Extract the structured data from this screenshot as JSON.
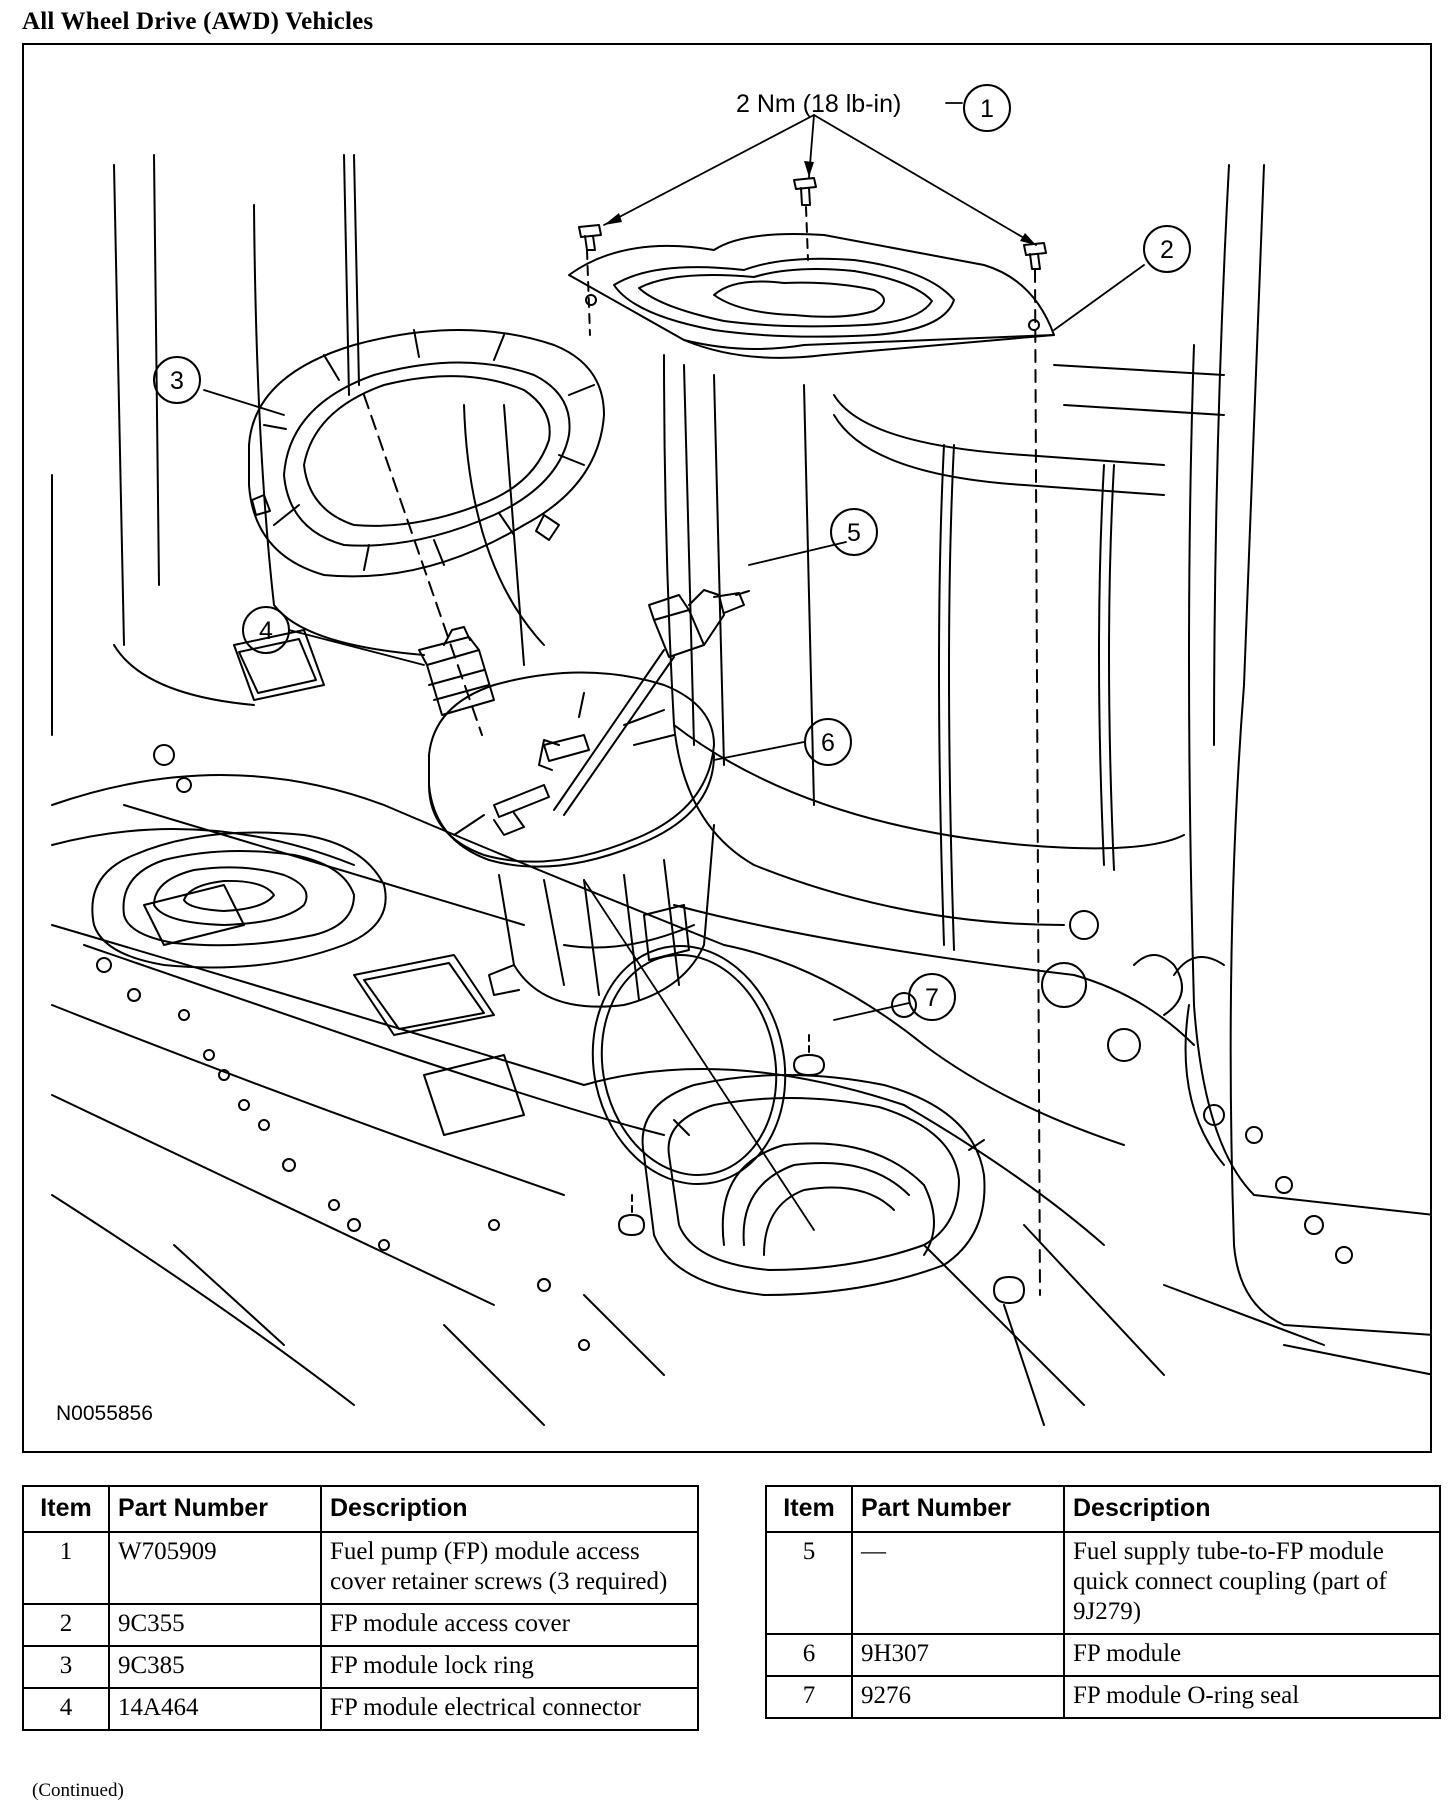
{
  "title": "All Wheel Drive (AWD) Vehicles",
  "figure": {
    "torque_spec": "2 Nm (18 lb-in)",
    "figure_code": "N0055856",
    "callouts": [
      "1",
      "2",
      "3",
      "4",
      "5",
      "6",
      "7"
    ]
  },
  "tables": {
    "headers": {
      "item": "Item",
      "part_number": "Part Number",
      "description": "Description"
    },
    "left_rows": [
      {
        "item": "1",
        "part_number": "W705909",
        "description": "Fuel pump (FP) module access cover retainer screws (3 required)"
      },
      {
        "item": "2",
        "part_number": "9C355",
        "description": "FP module access cover"
      },
      {
        "item": "3",
        "part_number": "9C385",
        "description": "FP module lock ring"
      },
      {
        "item": "4",
        "part_number": "14A464",
        "description": "FP module electrical connector"
      }
    ],
    "right_rows": [
      {
        "item": "5",
        "part_number": "—",
        "description": "Fuel supply tube-to-FP module quick connect coupling (part of 9J279)"
      },
      {
        "item": "6",
        "part_number": "9H307",
        "description": "FP module"
      },
      {
        "item": "7",
        "part_number": "9276",
        "description": "FP module O-ring seal"
      }
    ]
  },
  "continued_note": "(Continued)"
}
